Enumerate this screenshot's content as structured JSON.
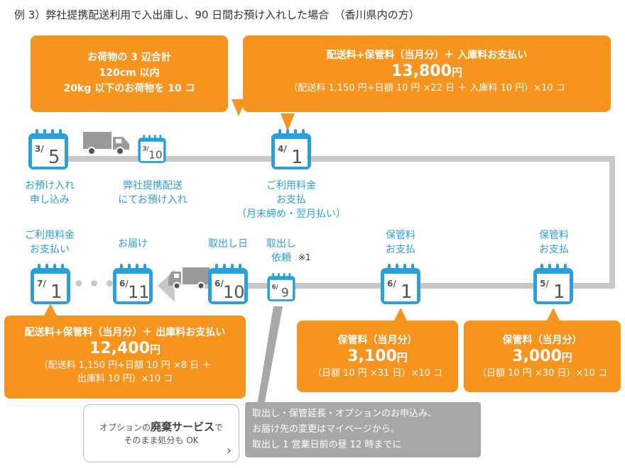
{
  "title": "例 3）弊社提携配送利用で入出庫し、90 日間お預け入れした場合　（香川県内の方）",
  "colors": {
    "orange": "#f7941d",
    "blue": "#2b9fdc",
    "gray_line": "#c8c8c8",
    "gray_box": "#a7a7a7"
  },
  "boxes": {
    "package": {
      "line1": "お荷物の 3 辺合計",
      "line2": "120cm 以内",
      "line3": "20kg 以下のお荷物を 10 コ"
    },
    "april": {
      "head": "配送料+保管料（当月分）＋ 入庫料お支払い",
      "amount": "13,800",
      "yen": "円",
      "detail": "（配送料 1,150 円+日額 10 円 ×22 日 ＋ 入庫料 10 円）×10 コ"
    },
    "july": {
      "head": "配送料+保管料（当月分）＋ 出庫料お支払い",
      "amount": "12,400",
      "yen": "円",
      "detail1": "（配送料 1,150 円+日額 10 円 ×8 日 ＋",
      "detail2": "出庫料 10 円）×10 コ"
    },
    "june": {
      "head": "保管料（当月分）",
      "amount": "3,100",
      "yen": "円",
      "detail": "（日額 10 円 ×31 日）×10 コ"
    },
    "may": {
      "head": "保管料（当月分）",
      "amount": "3,000",
      "yen": "円",
      "detail": "（日額 10 円 ×30 日）×10 コ"
    }
  },
  "calendars": {
    "c35": {
      "month": "3/",
      "day": "5"
    },
    "c310": {
      "month": "3/",
      "day": "10"
    },
    "c41": {
      "month": "4/",
      "day": "1"
    },
    "c71": {
      "month": "7/",
      "day": "1"
    },
    "c611": {
      "month": "6/",
      "day": "11"
    },
    "c610": {
      "month": "6/",
      "day": "10"
    },
    "c69": {
      "month": "6/",
      "day": "9"
    },
    "c61": {
      "month": "6/",
      "day": "1"
    },
    "c51": {
      "month": "5/",
      "day": "1"
    }
  },
  "labels": {
    "apply1": "お預け入れ",
    "apply2": "申し込み",
    "deposit1": "弊社提携配送",
    "deposit2": "にてお預け入れ",
    "pay1": "ご利用料金",
    "pay2": "お支払",
    "pay3": "（月末締め・翌月払い）",
    "julpay1": "ご利用料金",
    "julpay2": "お支払い",
    "deliver": "お届け",
    "pickup": "取出し日",
    "request1": "取出し",
    "request2": "依頼",
    "request_note": "※1",
    "junpay1": "保管料",
    "junpay2": "お支払",
    "maypay1": "保管料",
    "maypay2": "お支払"
  },
  "option": {
    "line1a": "オプションの",
    "line1b": "廃棄サービス",
    "line1c": "で",
    "line2": "そのまま処分も OK",
    "arrow": "›"
  },
  "info": {
    "line1": "取出し・保管延長・オプションのお申込み、",
    "line2": "お届け先の変更はマイページから。",
    "line3": "取出し 1 営業日前の昼 12 時までに"
  }
}
